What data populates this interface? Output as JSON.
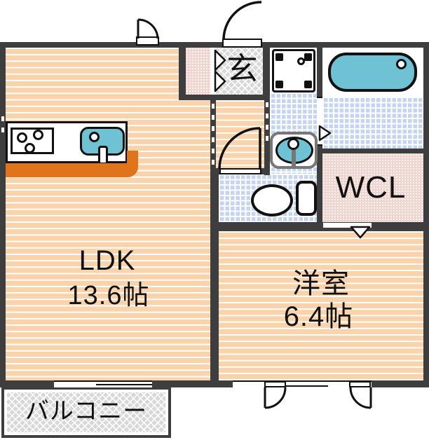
{
  "plan": {
    "rooms": {
      "ldk": {
        "name": "LDK",
        "size": "13.6帖"
      },
      "western": {
        "name": "洋室",
        "size": "6.4帖"
      },
      "wcl": {
        "name": "WCL"
      },
      "genkan": {
        "name": "玄"
      },
      "balcony": {
        "name": "バルコニー"
      }
    },
    "colors": {
      "wall": "#3e3e3e",
      "floor_peach": "#f8d3ab",
      "wet_tile_blue": "#c4d4f1",
      "closet_pink": "#eed5d0",
      "outdoor_gray": "#d8d8d8",
      "fixture_cyan": "#6fc1d4",
      "counter_orange": "#e0741a"
    },
    "fixtures": {
      "kitchen": [
        "stove",
        "sink"
      ],
      "bathroom": [
        "bathtub"
      ],
      "washroom": [
        "washing-machine-pan",
        "washbasin"
      ],
      "toilet_room": [
        "toilet"
      ]
    }
  }
}
